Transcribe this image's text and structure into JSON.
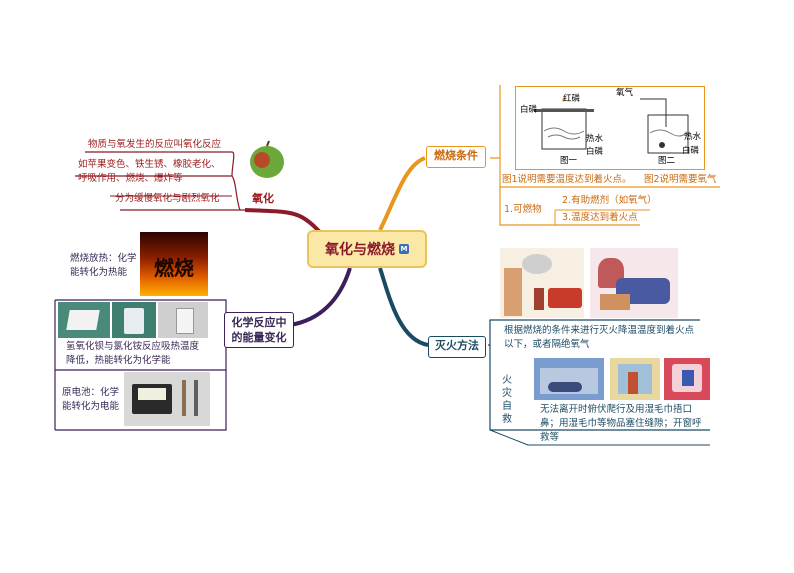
{
  "central": {
    "title": "氧化与燃烧",
    "badge": "M"
  },
  "oxidation": {
    "title": "氧化",
    "items": [
      "物质与氧发生的反应叫氧化反应",
      "如苹果变色、铁生锈、橡胶老化、",
      "呼吸作用、燃烧、爆炸等",
      "分为缓慢氧化与剧烈氧化"
    ]
  },
  "energy": {
    "title_line1": "化学反应中",
    "title_line2": "的能量变化",
    "burn_text": [
      "燃烧放热：化学",
      "能转化为热能"
    ],
    "burn_image_text": "燃烧",
    "reaction_text": [
      "氢氧化钡与氯化铵反应吸热温度",
      "降低，热能转化为化学能"
    ],
    "battery_text": [
      "原电池：化学",
      "能转化为电能"
    ]
  },
  "combustion": {
    "title": "燃烧条件",
    "figure_labels": {
      "left_white_p": "白磷",
      "red_p": "红磷",
      "hot_water_1": "热水",
      "white_p_1": "白磷",
      "fig1": "图一",
      "oxygen": "氧气",
      "hot_water_2": "热水",
      "white_p_2": "白磷",
      "fig2": "图二"
    },
    "caption1": "图1说明需要温度达到着火点。",
    "caption2": "图2说明需要氧气",
    "cond1": "1.可燃物",
    "cond2": "2.有助燃剂（如氧气）",
    "cond3": "3.温度达到着火点"
  },
  "extinguish": {
    "title": "灭火方法",
    "principle": [
      "根据燃烧的条件来进行灭火降温温度到着火点",
      "以下，或者隔绝氧气"
    ],
    "selfrescue_label": [
      "火",
      "灾",
      "自",
      "救"
    ],
    "selfrescue_text": [
      "无法离开时俯伏爬行及用湿毛巾捂口",
      "鼻；用湿毛巾等物品塞住缝隙；开窗呼",
      "救等"
    ]
  },
  "colors": {
    "oxidation": "#8b1a2b",
    "energy": "#3c1f5c",
    "combustion": "#e8961e",
    "extinguish": "#1b4a63"
  }
}
